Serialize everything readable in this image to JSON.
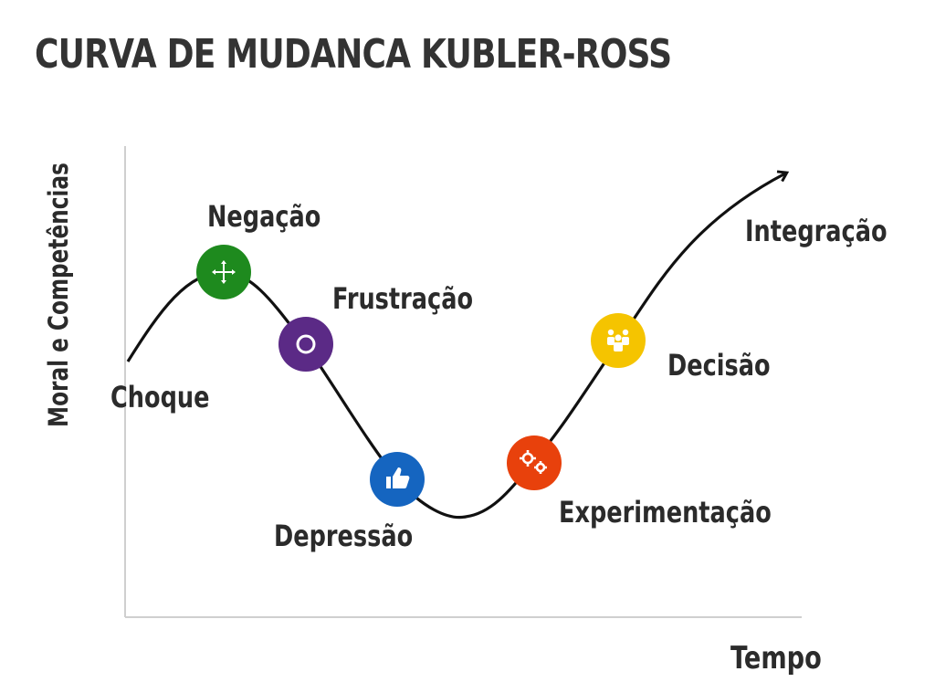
{
  "title": "CURVA DE MUDANCA KUBLER-ROSS",
  "axes": {
    "y_label": "Moral e Competências",
    "x_label": "Tempo"
  },
  "stages": [
    {
      "label": "Choque"
    },
    {
      "label": "Negação",
      "color": "#1e8a1e",
      "icon": "move-arrows-icon"
    },
    {
      "label": "Frustração",
      "color": "#5b2a86",
      "icon": "ring-icon"
    },
    {
      "label": "Depressão",
      "color": "#1565c0",
      "icon": "thumbs-up-icon"
    },
    {
      "label": "Experimentação",
      "color": "#e8410c",
      "icon": "gears-icon"
    },
    {
      "label": "Decisão",
      "color": "#f5c400",
      "icon": "team-icon"
    },
    {
      "label": "Integração"
    }
  ]
}
